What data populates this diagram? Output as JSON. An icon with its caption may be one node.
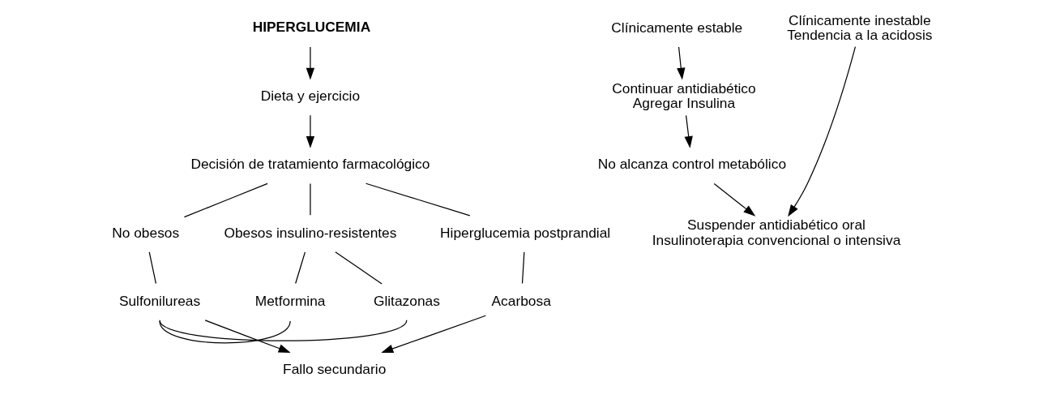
{
  "diagram": {
    "nodes": [
      {
        "text": [
          "HIPERGLUCEMIA"
        ]
      },
      {
        "text": [
          "Dieta y ejercicio"
        ]
      },
      {
        "text": [
          "Decisión de tratamiento farmacológico"
        ]
      },
      {
        "text": [
          "No obesos"
        ]
      },
      {
        "text": [
          "Obesos insulino-resistentes"
        ]
      },
      {
        "text": [
          "Hiperglucemia postprandial"
        ]
      },
      {
        "text": [
          "Sulfonilureas"
        ]
      },
      {
        "text": [
          "Metformina"
        ]
      },
      {
        "text": [
          "Glitazonas"
        ]
      },
      {
        "text": [
          "Acarbosa"
        ]
      },
      {
        "text": [
          "Fallo secundario"
        ]
      },
      {
        "text": [
          "Clínicamente estable"
        ]
      },
      {
        "text": [
          "Clínicamente inestable",
          "Tendencia a la acidosis"
        ]
      },
      {
        "text": [
          "Continuar antidiabético",
          "Agregar Insulina"
        ]
      },
      {
        "text": [
          "No alcanza control metabólico"
        ]
      },
      {
        "text": [
          "Suspender antidiabético oral",
          "Insulinoterapia convencional o intensiva"
        ]
      }
    ],
    "edges": [
      {
        "from": 0,
        "to": 1,
        "arrow": "to"
      },
      {
        "from": 1,
        "to": 2,
        "arrow": "to"
      },
      {
        "from": 2,
        "to": 3,
        "arrow": "none"
      },
      {
        "from": 2,
        "to": 4,
        "arrow": "none"
      },
      {
        "from": 2,
        "to": 5,
        "arrow": "none"
      },
      {
        "from": 3,
        "to": 6,
        "arrow": "none"
      },
      {
        "from": 4,
        "to": 7,
        "arrow": "none"
      },
      {
        "from": 4,
        "to": 8,
        "arrow": "none"
      },
      {
        "from": 5,
        "to": 9,
        "arrow": "none"
      },
      {
        "from": 6,
        "to": 7,
        "arrow": "none"
      },
      {
        "from": 6,
        "to": 8,
        "arrow": "none"
      },
      {
        "from": 6,
        "to": 10,
        "arrow": "to"
      },
      {
        "from": 9,
        "to": 10,
        "arrow": "to"
      },
      {
        "from": 11,
        "to": 13,
        "arrow": "to"
      },
      {
        "from": 13,
        "to": 14,
        "arrow": "to"
      },
      {
        "from": 14,
        "to": 15,
        "arrow": "to"
      },
      {
        "from": 12,
        "to": 15,
        "arrow": "to"
      }
    ]
  }
}
